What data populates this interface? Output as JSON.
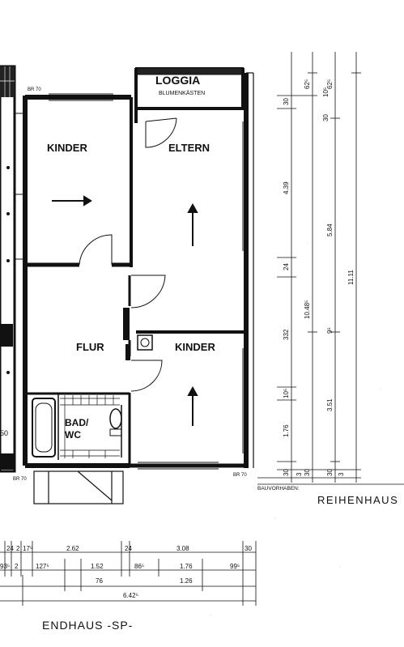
{
  "rooms": {
    "loggia": "LOGGIA",
    "loggia_sub": "BLUMENKÄSTEN",
    "kinder_top": "KINDER",
    "eltern": "ELTERN",
    "flur": "FLUR",
    "kinder_bottom": "KINDER",
    "bad_line1": "BAD/",
    "bad_line2": "WC"
  },
  "vertical_dims": {
    "col1": [
      "30",
      "4.39",
      "24",
      "332",
      "10⁵",
      "1.76",
      "30"
    ],
    "col2": [
      "62⁵",
      "10.48⁵",
      "30",
      "3"
    ],
    "col3": [
      "62⁵",
      "5.84",
      "9⁵",
      "3.51",
      "30",
      "3"
    ],
    "col4": [
      "10⁵",
      "30",
      "11.11"
    ]
  },
  "horizontal_dims": {
    "row1": [
      "24",
      "2",
      "17⁵",
      "2.62",
      "24",
      "3.08",
      "30"
    ],
    "row2": [
      "93⁵",
      "2",
      "127⁵",
      "1.52",
      "86⁵",
      "1.76",
      "99⁵"
    ],
    "row2_sub": [
      "76",
      "1.26"
    ],
    "total": "6.42⁵"
  },
  "side_labels": {
    "left_50": "50",
    "door_marks": [
      "BR 70",
      "BR 70",
      "BR 70"
    ]
  },
  "title_block": {
    "project_label": "BAUVORHABEN:",
    "project_name": "REIHENHAUS"
  },
  "caption": "ENDHAUS -SP-"
}
